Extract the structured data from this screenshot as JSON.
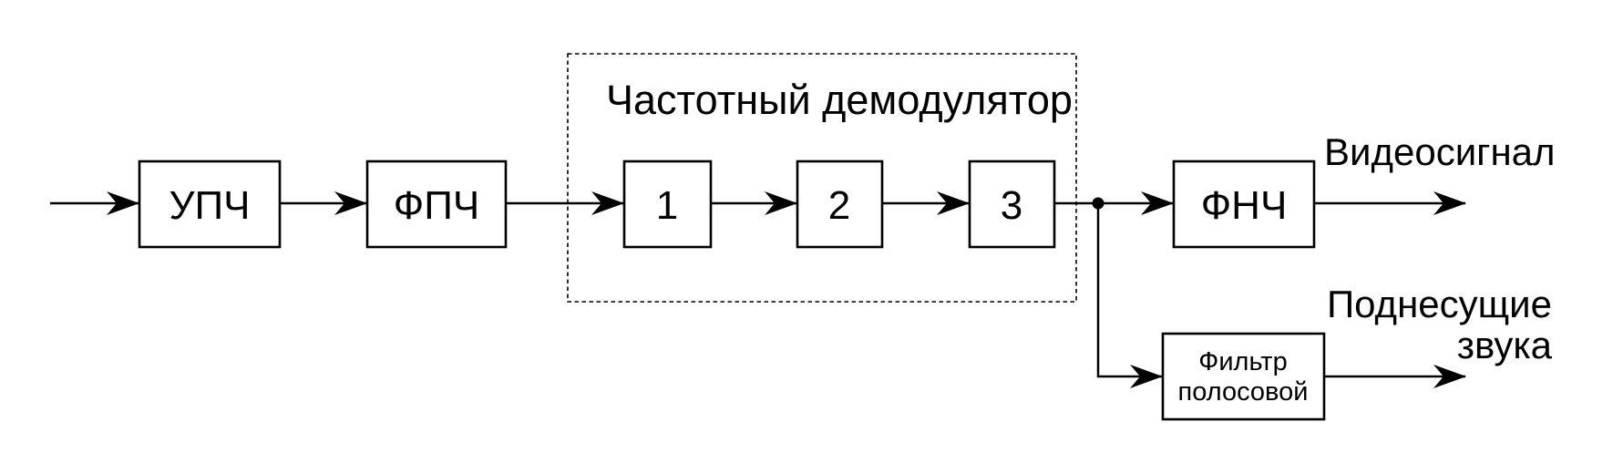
{
  "diagram": {
    "title": "Частотный демодулятор",
    "blocks": {
      "upch": {
        "label": "УПЧ"
      },
      "fpch": {
        "label": "ФПЧ"
      },
      "stage1": {
        "label": "1"
      },
      "stage2": {
        "label": "2"
      },
      "stage3": {
        "label": "3"
      },
      "fnch": {
        "label": "ФНЧ"
      },
      "bandpass": {
        "line1": "Фильтр",
        "line2": "полосовой"
      }
    },
    "outputs": {
      "video": "Видеосигнал",
      "sound_line1": "Поднесущие",
      "sound_line2": "звука"
    },
    "colors": {
      "line": "#000000",
      "background": "#ffffff"
    }
  }
}
